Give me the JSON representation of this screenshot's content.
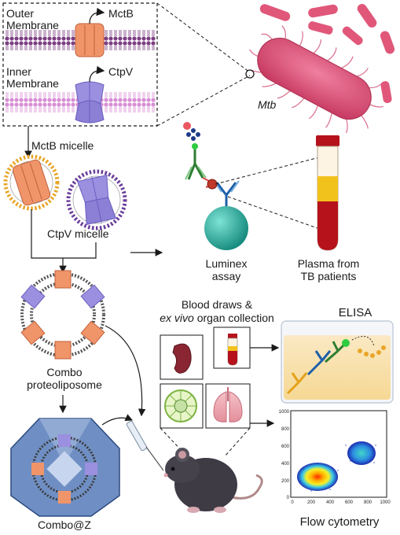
{
  "labels": {
    "outer_membrane_line1": "Outer",
    "outer_membrane_line2": "Membrane",
    "inner_membrane_line1": "Inner",
    "inner_membrane_line2": "Membrane",
    "mctb": "MctB",
    "ctpv": "CtpV",
    "mtb": "Mtb",
    "mctb_micelle": "MctB micelle",
    "ctpv_micelle": "CtpV micelle",
    "luminex_line1": "Luminex",
    "luminex_line2": "assay",
    "plasma_line1": "Plasma from",
    "plasma_line2": "TB patients",
    "blood_line1": "Blood draws &",
    "blood_line2_italic": "ex vivo",
    "blood_line2_rest": " organ collection",
    "elisa": "ELISA",
    "combo_line1": "Combo",
    "combo_line2": "proteoliposome",
    "combo_z": "Combo@Z",
    "flow_cytometry": "Flow cytometry"
  },
  "flow_plot": {
    "x_ticks": [
      "0",
      "200",
      "400",
      "600",
      "800",
      "1000"
    ],
    "y_ticks": [
      "1000",
      "800",
      "600",
      "400",
      "200",
      "0"
    ]
  },
  "colors": {
    "outer_membrane": "#8a4f8c",
    "inner_membrane": "#d99ad6",
    "mctb_protein": "#f0956a",
    "ctpv_protein": "#9b8fe0",
    "bacterium": "#e0577a",
    "micelle_mctb_heads": "#e8a628",
    "micelle_ctpv_heads": "#6a3d9a",
    "luminex_bead": "#2bb3a4",
    "plasma_red": "#b5121b",
    "plasma_yellow": "#f2c21c"
  }
}
